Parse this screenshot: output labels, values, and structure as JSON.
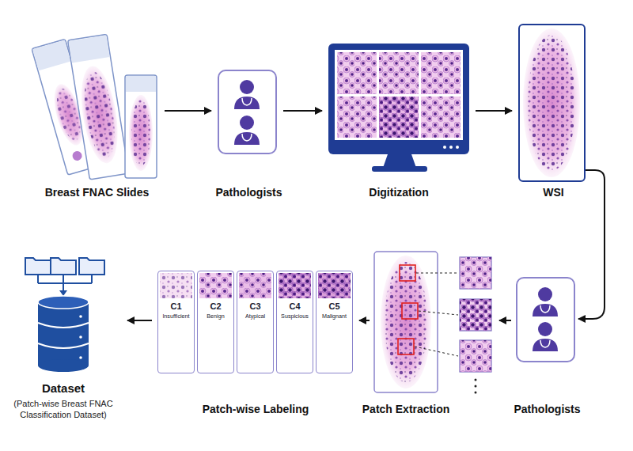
{
  "diagram": {
    "nodes": [
      {
        "text": [
          "Breast FNAC Slides"
        ]
      },
      {
        "text": [
          "Pathologists"
        ]
      },
      {
        "text": [
          "Digitization"
        ]
      },
      {
        "text": [
          "WSI"
        ]
      },
      {
        "text": [
          "Pathologists"
        ]
      },
      {
        "text": [
          "Patch Extraction"
        ]
      },
      {
        "text": [
          "Patch-wise Labeling"
        ]
      },
      {
        "text": [
          "C1",
          "Insufficient"
        ],
        "in": 6
      },
      {
        "text": [
          "C2",
          "Benign"
        ],
        "in": 6
      },
      {
        "text": [
          "C3",
          "Atypical"
        ],
        "in": 6
      },
      {
        "text": [
          "C4",
          "Suspicious"
        ],
        "in": 6
      },
      {
        "text": [
          "C5",
          "Malignant"
        ],
        "in": 6
      },
      {
        "text": [
          "Dataset",
          "(Patch-wise Breast FNAC Classification Dataset)"
        ]
      }
    ],
    "edges": [
      {
        "from": 0,
        "to": 1,
        "arrow": "to"
      },
      {
        "from": 1,
        "to": 2,
        "arrow": "to"
      },
      {
        "from": 2,
        "to": 3,
        "arrow": "to"
      },
      {
        "from": 3,
        "to": 4,
        "arrow": "to"
      },
      {
        "from": 4,
        "to": 5,
        "arrow": "to"
      },
      {
        "from": 5,
        "to": 6,
        "arrow": "to"
      },
      {
        "from": 6,
        "to": 12,
        "arrow": "to"
      }
    ]
  }
}
